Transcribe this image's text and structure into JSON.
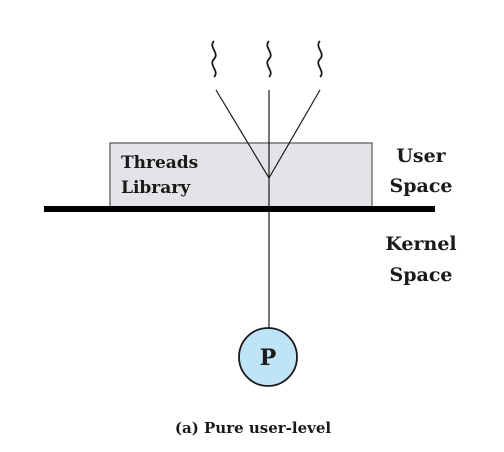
{
  "diagram": {
    "library_line1": "Threads",
    "library_line2": "Library",
    "user_space_line1": "User",
    "user_space_line2": "Space",
    "kernel_space_line1": "Kernel",
    "kernel_space_line2": "Space",
    "process_label": "P",
    "caption": "(a) Pure user-level"
  },
  "colors": {
    "library_fill": "#e4e4e8",
    "process_fill": "#bfe3f7",
    "line": "#000000"
  }
}
